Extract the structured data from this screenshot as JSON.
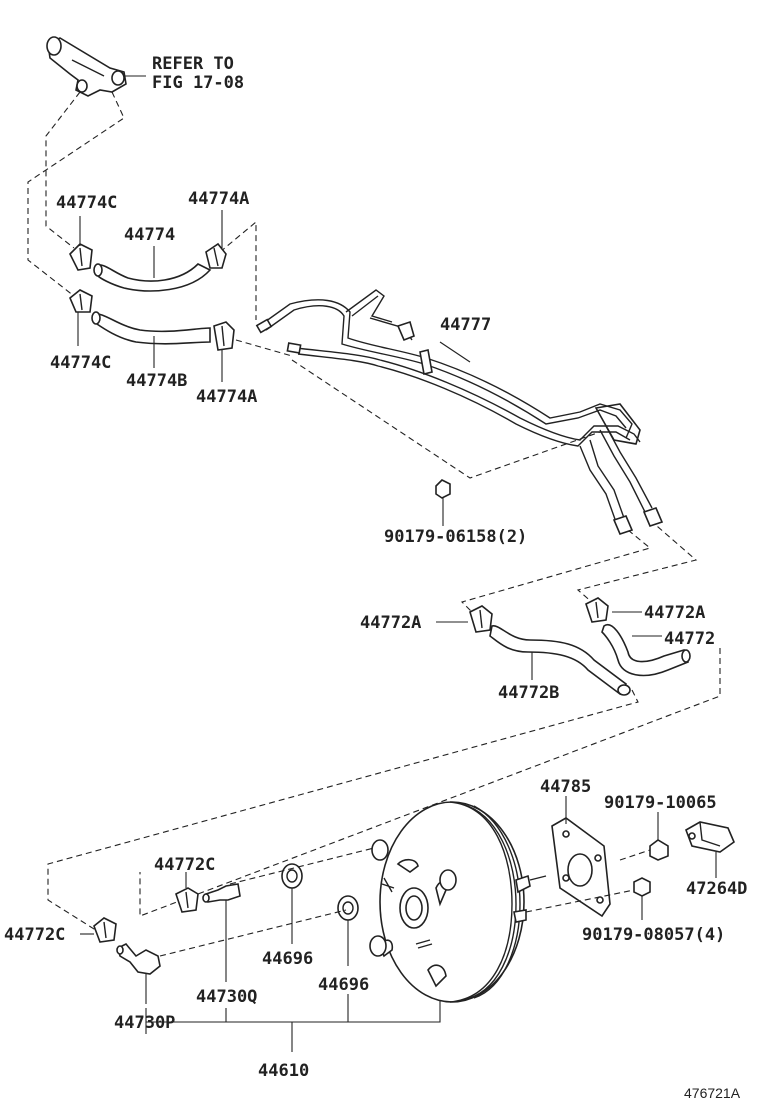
{
  "diagram": {
    "reference_note": [
      "REFER TO",
      "FIG 17-08"
    ],
    "labels": {
      "p44774c_top": "44774C",
      "p44774a_top": "44774A",
      "p44774": "44774",
      "p44774c_bot": "44774C",
      "p44774b": "44774B",
      "p44774a_bot": "44774A",
      "p44777": "44777",
      "p90179_06158": "90179-06158(2)",
      "p44772a_left": "44772A",
      "p44772a_right": "44772A",
      "p44772": "44772",
      "p44772b": "44772B",
      "p44785": "44785",
      "p90179_10065": "90179-10065",
      "p44772c_upper": "44772C",
      "p47264d": "47264D",
      "p44772c_left": "44772C",
      "p44696_a": "44696",
      "p44696_b": "44696",
      "p90179_08057": "90179-08057(4)",
      "p44730q": "44730Q",
      "p44730p": "44730P",
      "p44610": "44610"
    },
    "figure_code": "476721A"
  }
}
